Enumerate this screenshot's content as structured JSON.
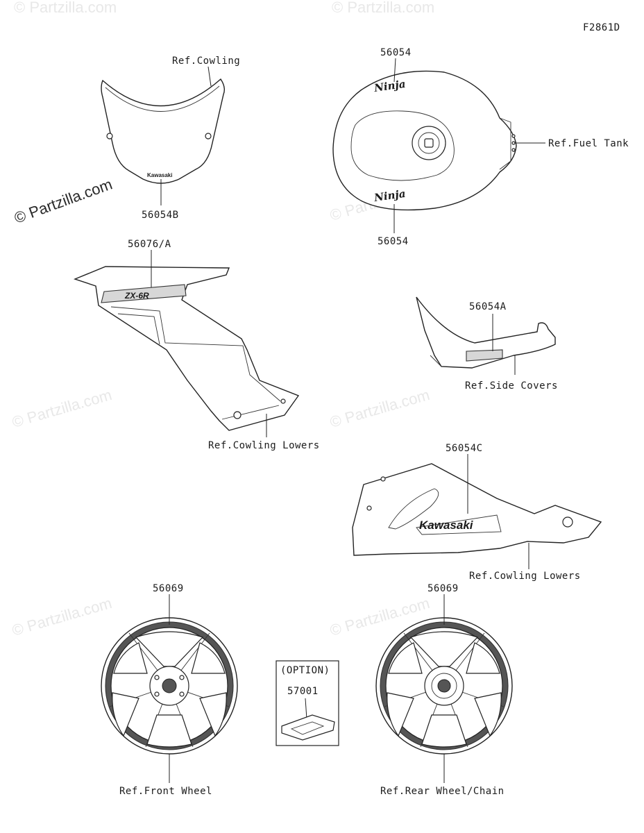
{
  "figure_code": "F2861D",
  "watermarks": {
    "main": "© Partzilla.com",
    "faint": "© Partzilla.com"
  },
  "labels": {
    "windshield_ref": "Ref.Cowling",
    "windshield_part": "56054B",
    "windshield_logo": "Kawasaki",
    "tank_part_top": "56054",
    "tank_part_bottom": "56054",
    "tank_ref": "Ref.Fuel Tank",
    "tank_logo": "Ninja",
    "side_cowl_part": "56076/A",
    "side_cowl_logo": "ZX-6R",
    "side_cowl_ref": "Ref.Cowling Lowers",
    "side_cover_part": "56054A",
    "side_cover_ref": "Ref.Side Covers",
    "lower_cowl_part": "56054C",
    "lower_cowl_logo": "Kawasaki",
    "lower_cowl_ref": "Ref.Cowling Lowers",
    "front_wheel_part": "56069",
    "front_wheel_ref": "Ref.Front Wheel",
    "rear_wheel_part": "56069",
    "rear_wheel_ref": "Ref.Rear Wheel/Chain",
    "option_title": "(OPTION)",
    "option_part": "57001"
  }
}
